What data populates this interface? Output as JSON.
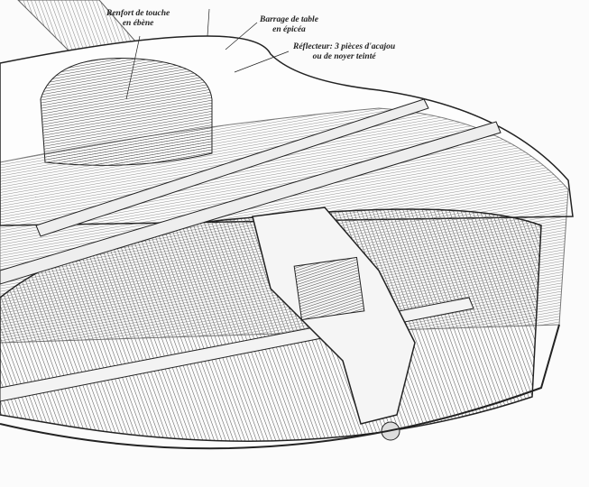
{
  "labels": {
    "fingerboard": {
      "line1": "Renfort de touche",
      "line2": "en ébène"
    },
    "bracing": {
      "line1": "Barrage de table",
      "line2": "en épicéa"
    },
    "reflector": {
      "line1": "Réflecteur: 3 pièces d'acajou",
      "line2": "ou de noyer teinté"
    }
  },
  "colors": {
    "ink": "#222222",
    "paper": "#fbfbfb",
    "hatch": "#555555"
  }
}
